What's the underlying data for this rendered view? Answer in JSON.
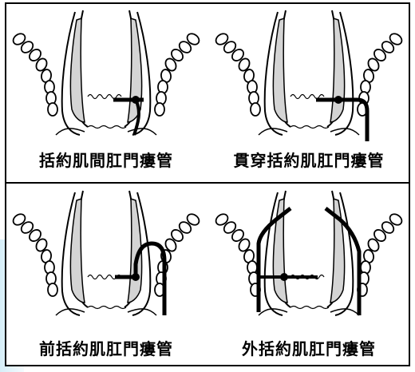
{
  "panels": [
    {
      "id": "intersphincteric",
      "caption": "括約肌間肛門瘻管"
    },
    {
      "id": "transsphincteric",
      "caption": "貫穿括約肌肛門瘻管"
    },
    {
      "id": "suprasphincteric",
      "caption": "前括約肌肛門瘻管"
    },
    {
      "id": "extrasphincteric",
      "caption": "外括約肌肛門瘻管"
    }
  ],
  "colors": {
    "muscle_fill": "#d4d4d4",
    "outline": "#000000",
    "tract": "#000000"
  }
}
